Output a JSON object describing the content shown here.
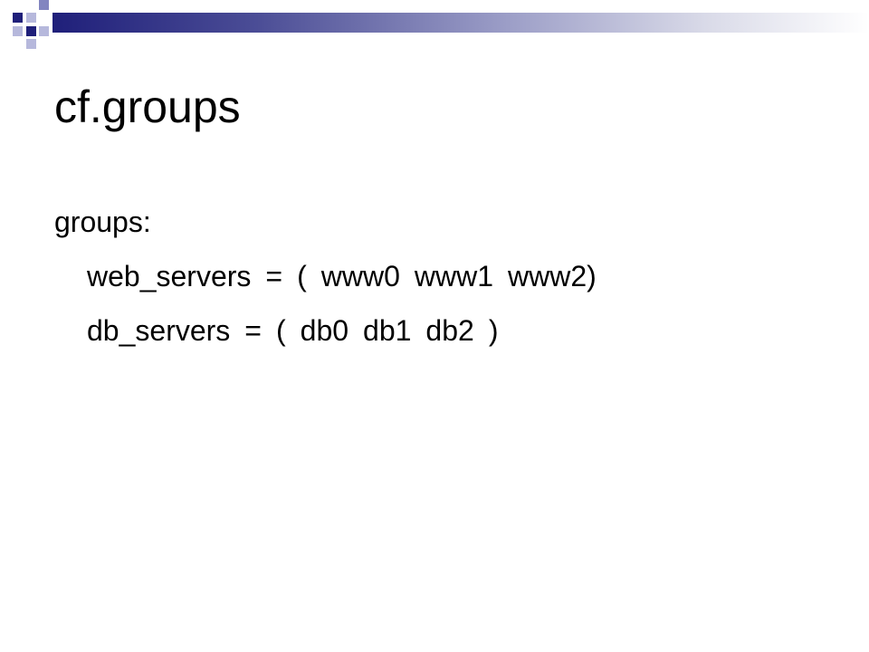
{
  "slide": {
    "title": "cf.groups",
    "body_heading": "groups:",
    "lines": [
      {
        "name": "web_servers",
        "equals": "=",
        "open_paren": "(",
        "members": [
          "www0",
          "www1",
          "www2)"
        ]
      },
      {
        "name": "db_servers",
        "equals": "=",
        "open_paren": "(",
        "members": [
          "db0",
          "db1",
          "db2",
          ")"
        ]
      }
    ]
  },
  "theme": {
    "accent_navy": "#1f1f7a",
    "accent_light": "#b6b8dc"
  }
}
